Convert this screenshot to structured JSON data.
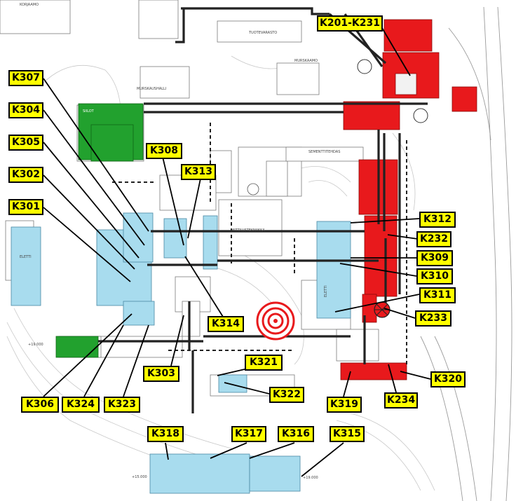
{
  "colors": {
    "active_red": "#e8191c",
    "planned_blue": "#a8dcee",
    "existing_green": "#22a12e",
    "label_fill": "#ffff00",
    "line": "#000000",
    "conveyor": "#222222"
  },
  "map_text": {
    "korjaamo": "KORJAAMO",
    "tuotevarasto": "TUOTEVARASTO",
    "murskaamo": "MURSKAAMO",
    "murskaushalli": "MURSKAUSHALLI",
    "siilot": "SIILOT",
    "sementtitehdas": "SEMENTTITEHDAS",
    "mittaustekniikka": "MITTAUSTEKNIIKKA",
    "eletti_1": "ELETTI",
    "eletti_2": "ELETTI",
    "elev_1": "+19.000",
    "elev_2": "+15.000",
    "elev_3": "+19.000"
  },
  "labels": [
    {
      "id": "K201-K231",
      "text": "K201-K231"
    },
    {
      "id": "K307",
      "text": "K307"
    },
    {
      "id": "K304",
      "text": "K304"
    },
    {
      "id": "K305",
      "text": "K305"
    },
    {
      "id": "K302",
      "text": "K302"
    },
    {
      "id": "K301",
      "text": "K301"
    },
    {
      "id": "K308",
      "text": "K308"
    },
    {
      "id": "K313",
      "text": "K313"
    },
    {
      "id": "K312",
      "text": "K312"
    },
    {
      "id": "K232",
      "text": "K232"
    },
    {
      "id": "K309",
      "text": "K309"
    },
    {
      "id": "K310",
      "text": "K310"
    },
    {
      "id": "K311",
      "text": "K311"
    },
    {
      "id": "K233",
      "text": "K233"
    },
    {
      "id": "K314",
      "text": "K314"
    },
    {
      "id": "K321",
      "text": "K321"
    },
    {
      "id": "K322",
      "text": "K322"
    },
    {
      "id": "K303",
      "text": "K303"
    },
    {
      "id": "K320",
      "text": "K320"
    },
    {
      "id": "K319",
      "text": "K319"
    },
    {
      "id": "K234",
      "text": "K234"
    },
    {
      "id": "K306",
      "text": "K306"
    },
    {
      "id": "K324",
      "text": "K324"
    },
    {
      "id": "K323",
      "text": "K323"
    },
    {
      "id": "K318",
      "text": "K318"
    },
    {
      "id": "K317",
      "text": "K317"
    },
    {
      "id": "K316",
      "text": "K316"
    },
    {
      "id": "K315",
      "text": "K315"
    }
  ]
}
